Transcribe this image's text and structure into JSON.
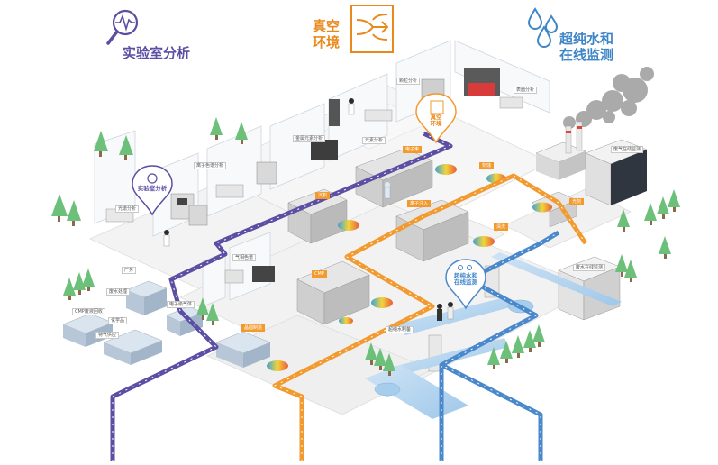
{
  "headers": {
    "lab": {
      "text": "实验室分析",
      "icon": "analysis-magnifier-icon",
      "color": "#5b4ea3"
    },
    "vacuum": {
      "line1": "真空",
      "line2": "环境",
      "icon": "vacuum-arrows-icon",
      "color": "#e8891c"
    },
    "water": {
      "line1": "超纯水和",
      "line2": "在线监测",
      "icon": "water-drops-icon",
      "color": "#3f86c6"
    }
  },
  "pins": {
    "lab": {
      "text": "实验室分析"
    },
    "vacuum": {
      "line1": "真空",
      "line2": "环境"
    },
    "water": {
      "line1": "超纯水和",
      "line2": "在线监测"
    }
  },
  "colors": {
    "purple": "#5b4ea3",
    "orange": "#f29a2e",
    "blue": "#4a88cc",
    "floor": "#eeeeee",
    "tree": "#6cc07a"
  },
  "tags": [
    {
      "id": "t1",
      "text": "颗粒分析"
    },
    {
      "id": "t2",
      "text": "表面分析"
    },
    {
      "id": "t3",
      "text": "金属元素分析"
    },
    {
      "id": "t4",
      "text": "元素分析"
    },
    {
      "id": "t5",
      "text": "离子色谱分析"
    },
    {
      "id": "t6",
      "text": "光谱分析"
    },
    {
      "id": "t7",
      "text": "气相色谱"
    },
    {
      "id": "t8",
      "text": "电子束"
    },
    {
      "id": "t9",
      "text": "刻蚀"
    },
    {
      "id": "t10",
      "text": "沉积"
    },
    {
      "id": "t11",
      "text": "离子注入"
    },
    {
      "id": "t12",
      "text": "光刻"
    },
    {
      "id": "t13",
      "text": "CMP"
    },
    {
      "id": "t14",
      "text": "清洗"
    },
    {
      "id": "t15",
      "text": "晶圆制造"
    },
    {
      "id": "t16",
      "text": "超纯水制备"
    },
    {
      "id": "t17",
      "text": "废气在线监测"
    },
    {
      "id": "t18",
      "text": "废水在线监测"
    },
    {
      "id": "t19",
      "text": "厂务"
    },
    {
      "id": "t20",
      "text": "废水处理"
    },
    {
      "id": "t21",
      "text": "电子级气体"
    },
    {
      "id": "t22",
      "text": "化学品"
    },
    {
      "id": "t23",
      "text": "CMP废液回收"
    },
    {
      "id": "t24",
      "text": "特气供应"
    }
  ]
}
